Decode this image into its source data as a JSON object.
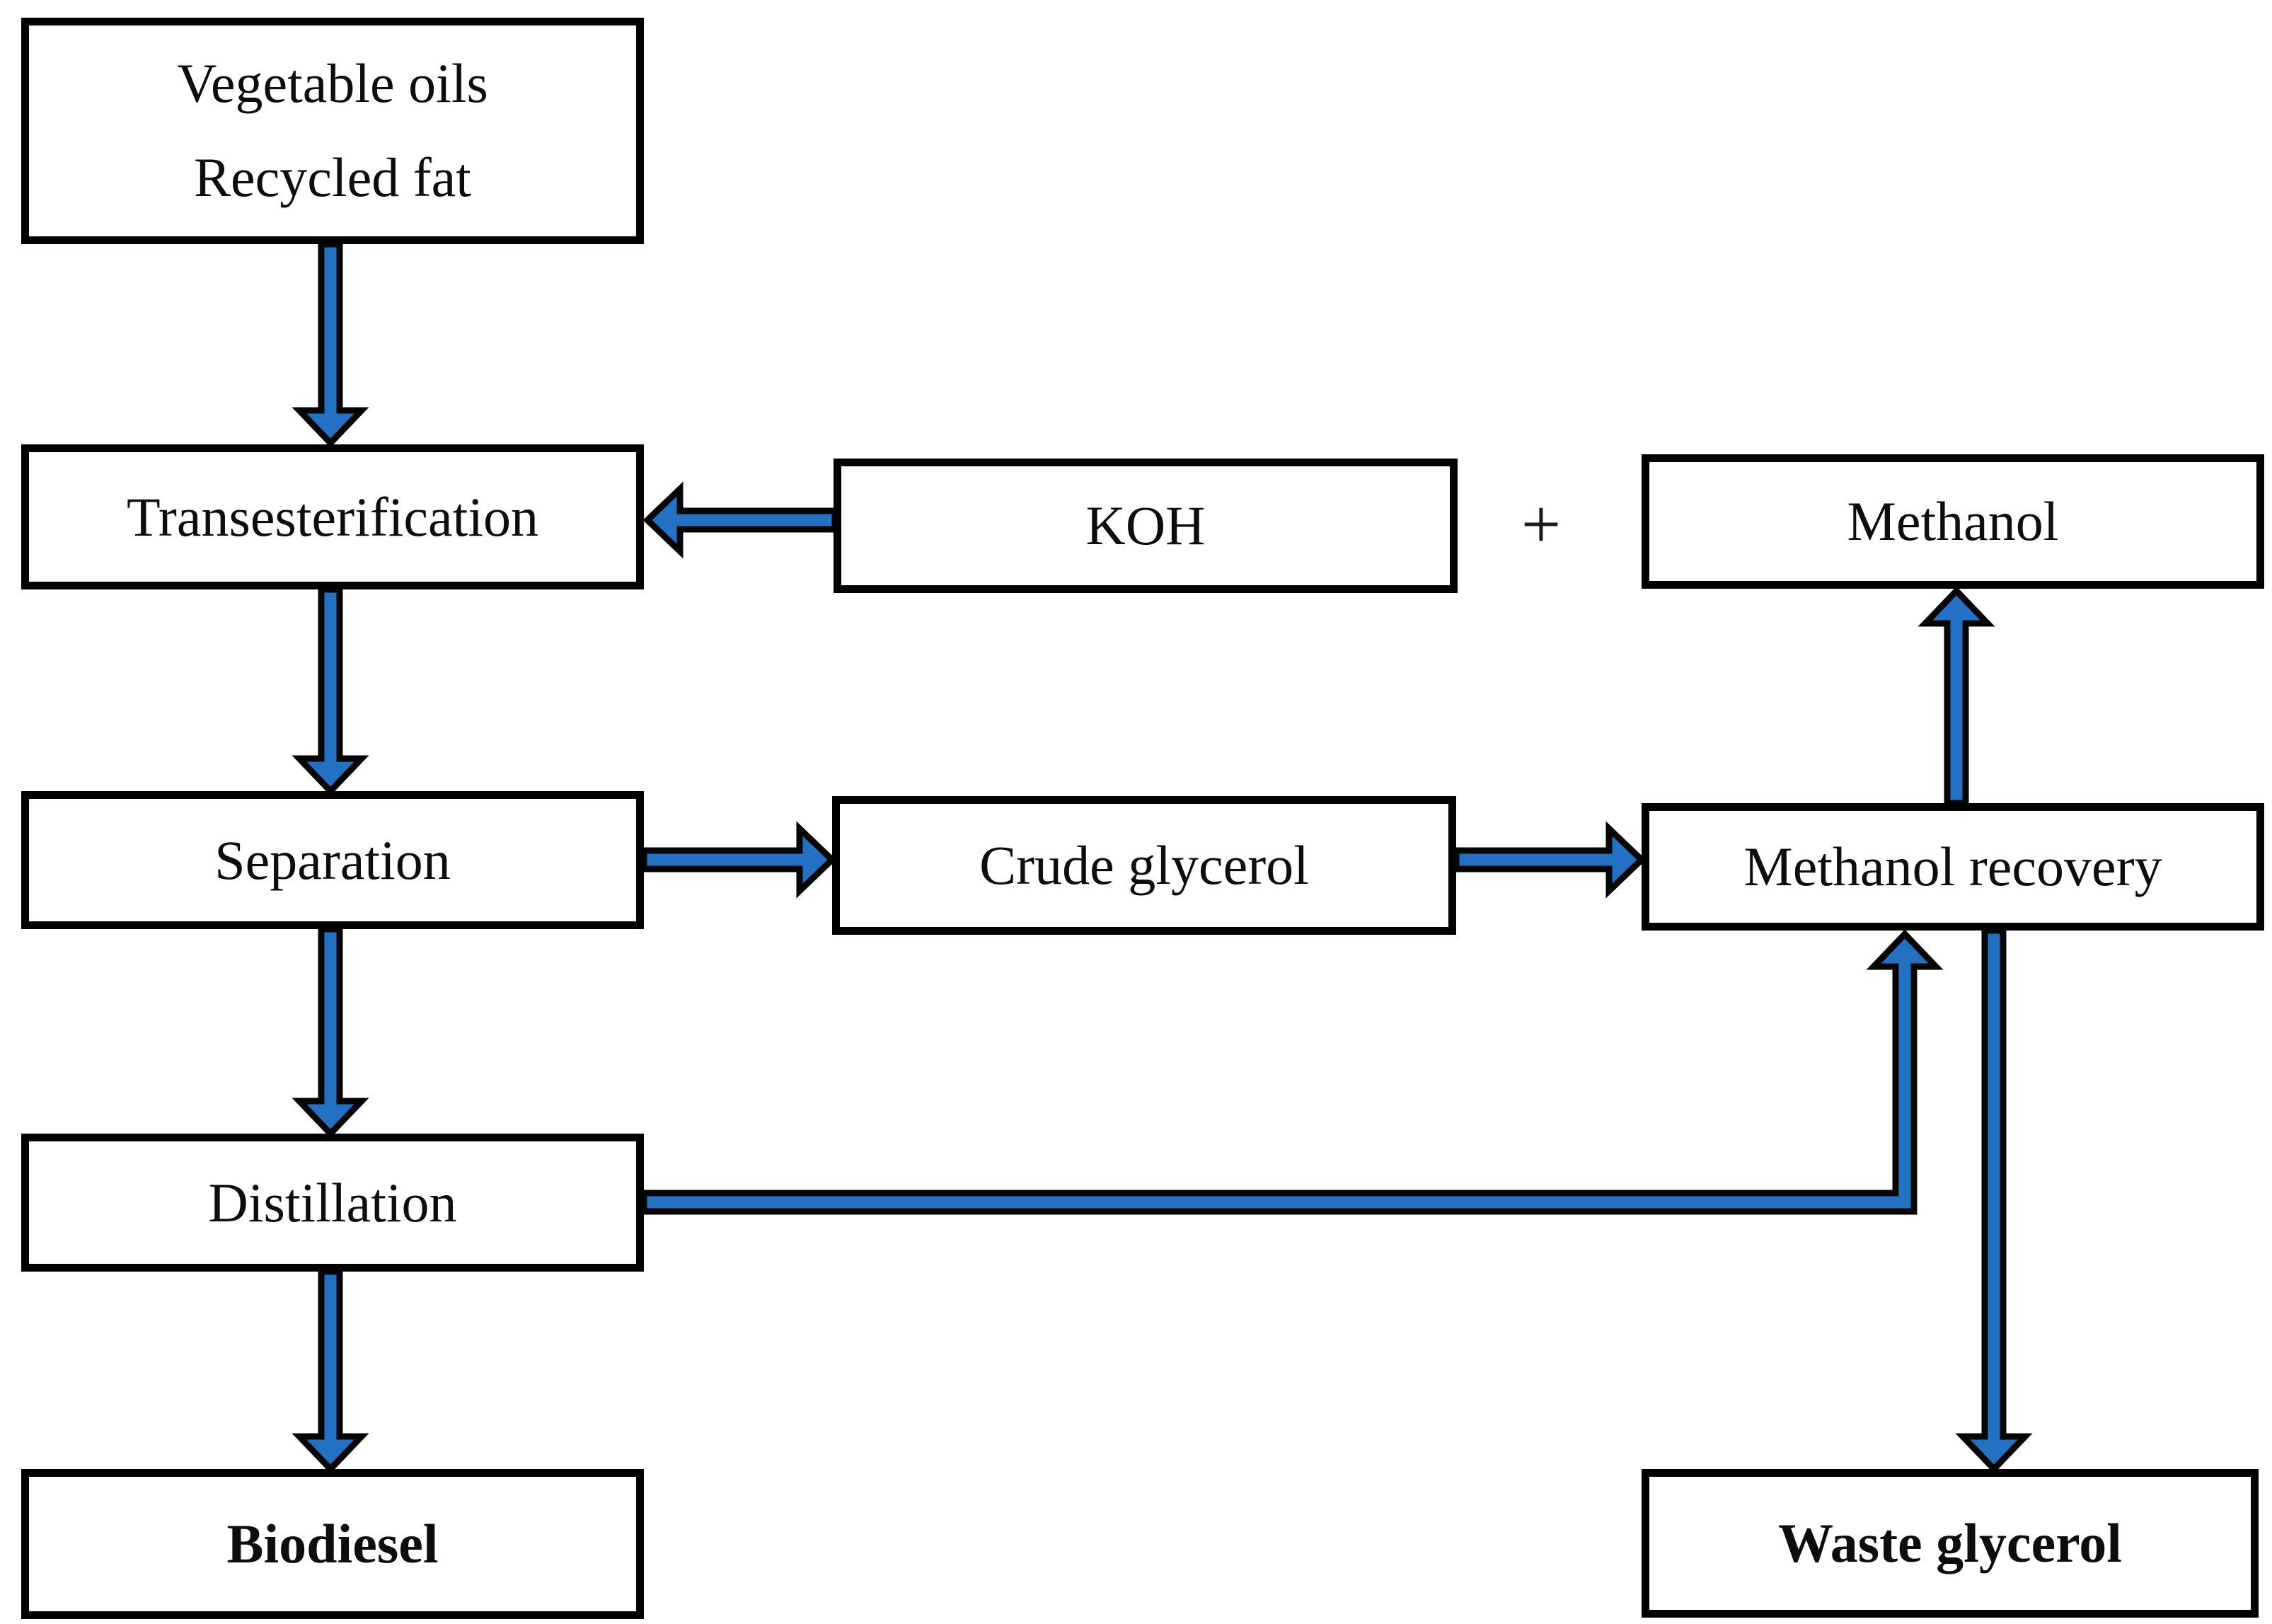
{
  "nodes": {
    "vegetable_oils": {
      "line1": "Vegetable oils",
      "line2": "Recycled fat"
    },
    "transesterification": {
      "label": "Transesterification"
    },
    "koh": {
      "label": "KOH"
    },
    "plus_operator": {
      "label": "+"
    },
    "methanol": {
      "label": "Methanol"
    },
    "separation": {
      "label": "Separation"
    },
    "crude_glycerol": {
      "label": "Crude glycerol"
    },
    "methanol_recovery": {
      "label": "Methanol recovery"
    },
    "distillation": {
      "label": "Distillation"
    },
    "biodiesel": {
      "label": "Biodiesel"
    },
    "waste_glycerol": {
      "label": "Waste glycerol"
    }
  },
  "edges": [
    {
      "from": "vegetable_oils",
      "to": "transesterification",
      "direction": "down"
    },
    {
      "from": "koh",
      "to": "transesterification",
      "direction": "left"
    },
    {
      "from": "transesterification",
      "to": "separation",
      "direction": "down"
    },
    {
      "from": "separation",
      "to": "crude_glycerol",
      "direction": "right"
    },
    {
      "from": "crude_glycerol",
      "to": "methanol_recovery",
      "direction": "right"
    },
    {
      "from": "methanol_recovery",
      "to": "methanol",
      "direction": "up"
    },
    {
      "from": "separation",
      "to": "distillation",
      "direction": "down"
    },
    {
      "from": "distillation",
      "to": "methanol_recovery",
      "direction": "right-then-up"
    },
    {
      "from": "distillation",
      "to": "biodiesel",
      "direction": "down"
    },
    {
      "from": "methanol_recovery",
      "to": "waste_glycerol",
      "direction": "down"
    }
  ],
  "colors": {
    "arrow_fill": "#2271C3",
    "outline": "#000000",
    "box_background": "#ffffff"
  }
}
